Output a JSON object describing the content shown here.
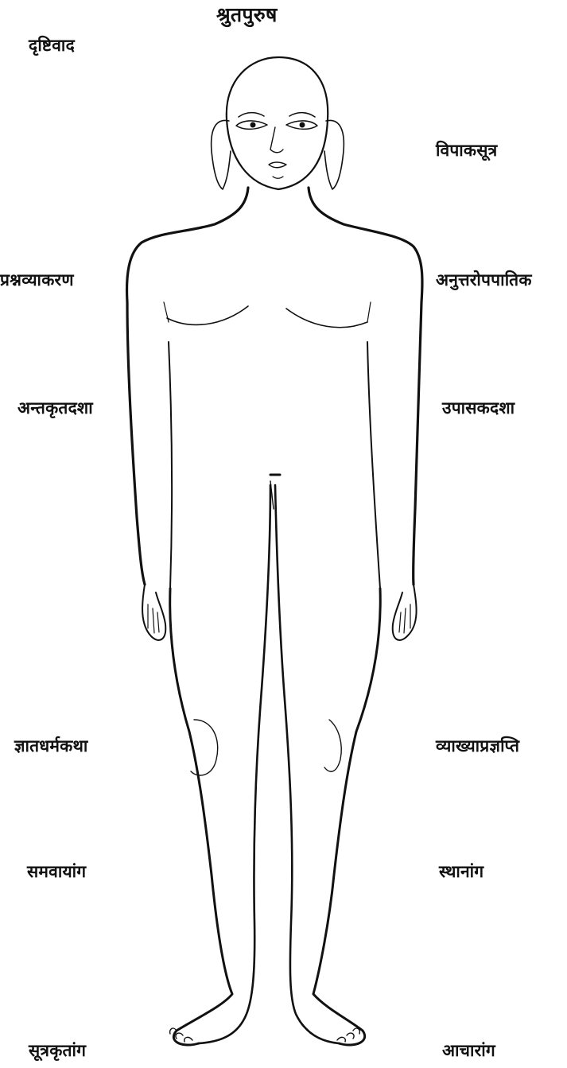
{
  "title": "श्रुतपुरुष",
  "labels_left": [
    "दृष्टिवाद",
    "प्रश्नव्याकरण",
    "अन्तकृतदशा",
    "ज्ञातधर्मकथा",
    "समवायांग",
    "सूत्रकृतांग"
  ],
  "labels_right": [
    "विपाकसूत्र",
    "अनुत्तरोपपातिक",
    "उपासकदशा",
    "व्याख्याप्रज्ञप्ति",
    "स्थानांग",
    "आचारांग"
  ],
  "colors": {
    "ink": "#111111",
    "background": "#ffffff"
  }
}
